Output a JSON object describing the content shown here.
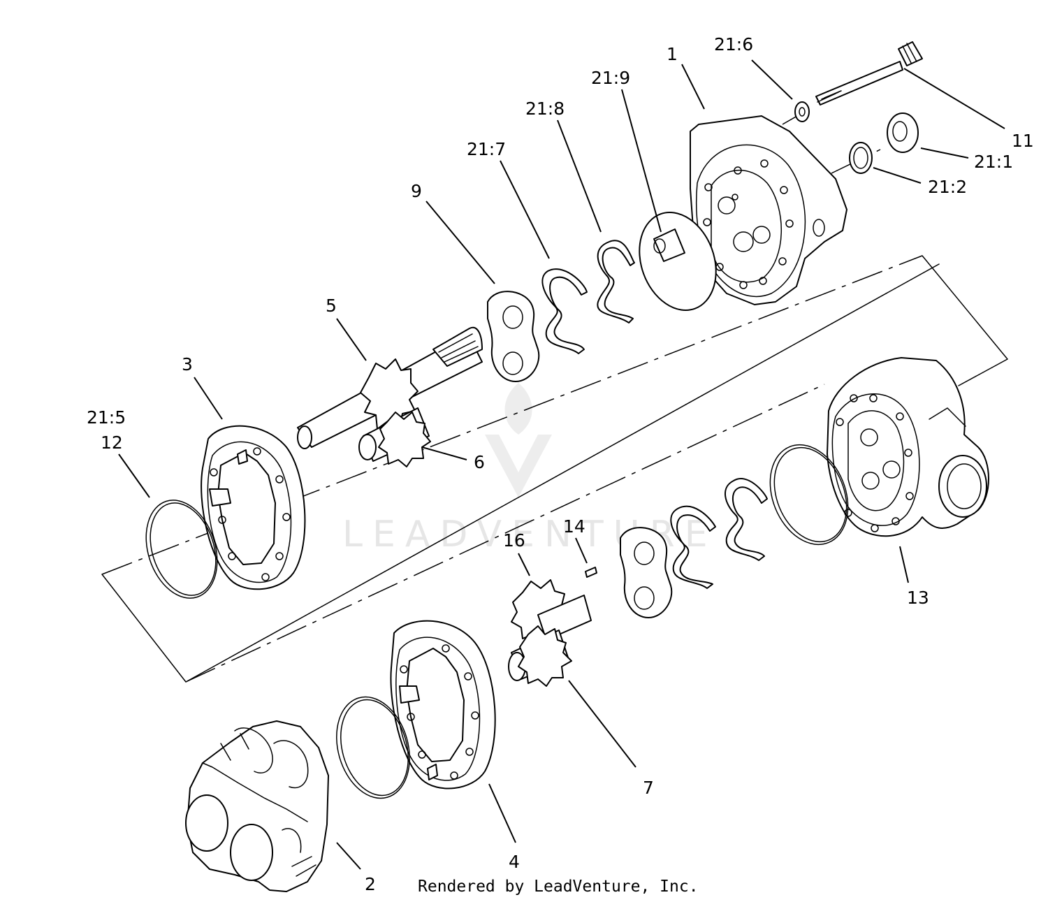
{
  "diagram": {
    "callouts": [
      {
        "id": "p1",
        "text": "1"
      },
      {
        "id": "p2",
        "text": "2"
      },
      {
        "id": "p3",
        "text": "3"
      },
      {
        "id": "p4",
        "text": "4"
      },
      {
        "id": "p5",
        "text": "5"
      },
      {
        "id": "p6",
        "text": "6"
      },
      {
        "id": "p7",
        "text": "7"
      },
      {
        "id": "p9",
        "text": "9"
      },
      {
        "id": "p11",
        "text": "11"
      },
      {
        "id": "p12",
        "text": "12"
      },
      {
        "id": "p13",
        "text": "13"
      },
      {
        "id": "p14",
        "text": "14"
      },
      {
        "id": "p16",
        "text": "16"
      },
      {
        "id": "p21_1",
        "text": "21:1"
      },
      {
        "id": "p21_2",
        "text": "21:2"
      },
      {
        "id": "p21_5",
        "text": "21:5"
      },
      {
        "id": "p21_6",
        "text": "21:6"
      },
      {
        "id": "p21_7",
        "text": "21:7"
      },
      {
        "id": "p21_8",
        "text": "21:8"
      },
      {
        "id": "p21_9",
        "text": "21:9"
      }
    ],
    "credit": "Rendered by LeadVenture, Inc."
  },
  "watermark": {
    "brand": "LEADVENTURE",
    "color": "#e6e6e6"
  }
}
